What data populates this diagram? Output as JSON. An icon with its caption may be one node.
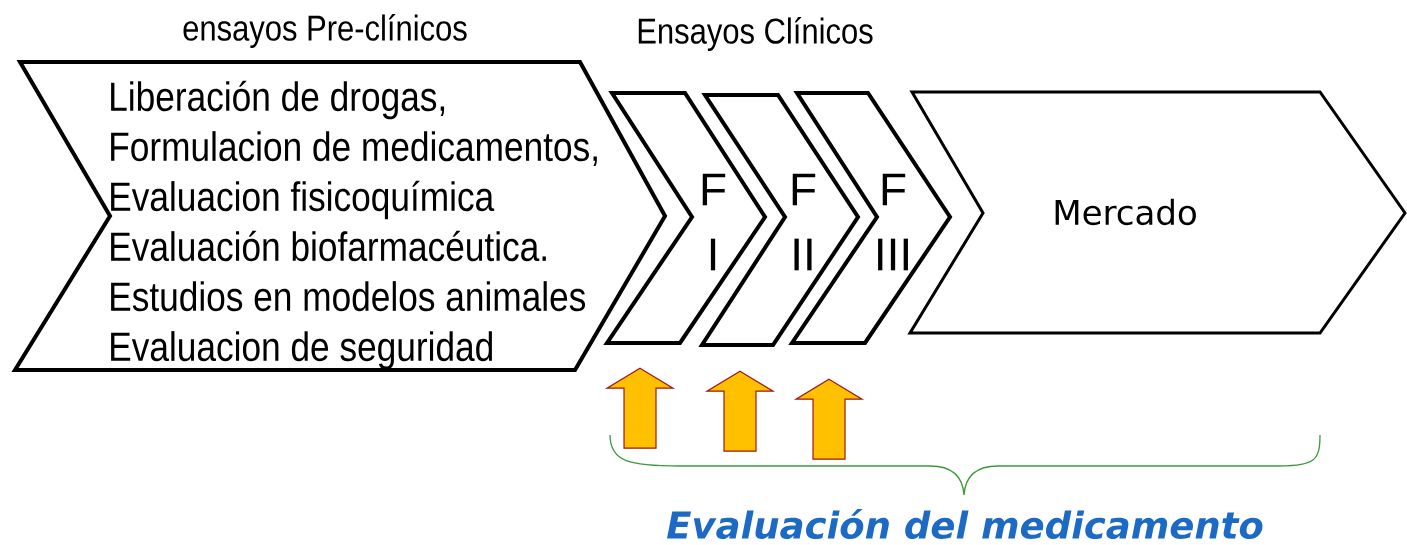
{
  "diagram": {
    "nodes": [
      {
        "text": [
          "ensayos Pre-clínicos",
          "Liberación de drogas,",
          "Formulacion de medicamentos,",
          "Evaluacion fisicoquímica",
          "Evaluación biofarmacéutica.",
          "Estudios en modelos animales",
          "Evaluacion de seguridad"
        ]
      },
      {
        "text": [
          "F I"
        ]
      },
      {
        "text": [
          "F II"
        ]
      },
      {
        "text": [
          "F III"
        ]
      },
      {
        "text": [
          "Mercado"
        ]
      }
    ],
    "edges": [
      {
        "from": null,
        "to": 1,
        "arrow": "to",
        "color": "#ffc000"
      },
      {
        "from": null,
        "to": 2,
        "arrow": "to",
        "color": "#ffc000"
      },
      {
        "from": null,
        "to": 3,
        "arrow": "to",
        "color": "#ffc000"
      }
    ],
    "labels": [
      "Ensayos Clínicos",
      "Evaluación del medicamento"
    ]
  }
}
